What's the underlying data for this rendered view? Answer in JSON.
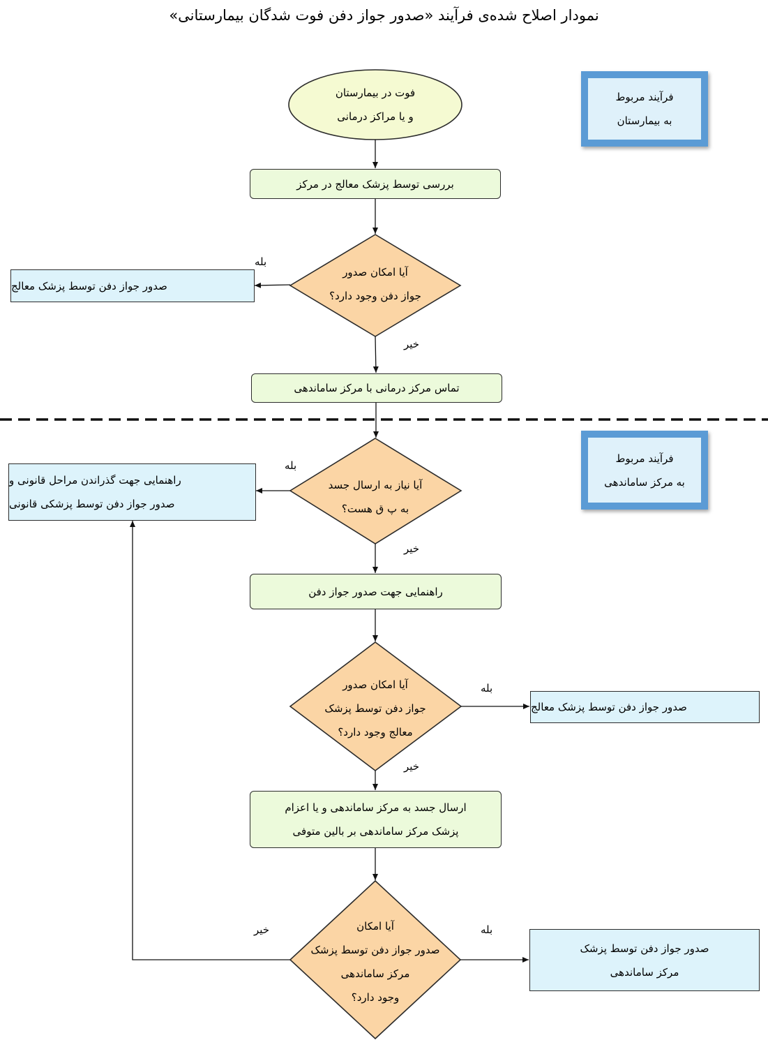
{
  "title": "نمودار اصلاح شده‌ی فرآیند «صدور جواز دفن فوت شدگان بیمارستانی»",
  "panels": {
    "hospital": [
      "فرآیند مربوط",
      "به بیمارستان"
    ],
    "coordination": [
      "فرآیند مربوط",
      "به مرکز ساماندهی"
    ]
  },
  "nodes": {
    "start": [
      "فوت در بیمارستان",
      "و یا مراکز درمانی"
    ],
    "review": "بررسی توسط پزشک معالج در مرکز",
    "q1": [
      "آیا امکان صدور",
      "جواز دفن وجود دارد؟"
    ],
    "issue1": "صدور جواز دفن توسط پزشک معالج",
    "contact": "تماس مرکز درمانی با مرکز ساماندهی",
    "q2": [
      "آیا نیاز به ارسال جسد",
      "به پ ق هست؟"
    ],
    "forensic": [
      "راهنمایی جهت گذراندن مراحل قانونی و",
      "صدور جواز دفن توسط پزشکی قانونی"
    ],
    "guide": "راهنمایی جهت صدور جواز دفن",
    "q3": [
      "آیا امکان صدور",
      "جواز دفن توسط پزشک",
      "معالج وجود دارد؟"
    ],
    "issue2": "صدور جواز دفن توسط پزشک معالج",
    "send": [
      "ارسال جسد به مرکز ساماندهی و یا اعزام",
      "پزشک مرکز ساماندهی بر بالین متوفی"
    ],
    "q4": [
      "آیا امکان",
      "صدور جواز دفن توسط پزشک",
      "مرکز ساماندهی",
      "وجود دارد؟"
    ],
    "issue3": [
      "صدور جواز دفن توسط پزشک",
      "مرکز ساماندهی"
    ]
  },
  "labels": {
    "q1_yes": "بله",
    "q1_no": "خیر",
    "q2_yes": "بله",
    "q2_no": "خیر",
    "q3_yes": "بله",
    "q3_no": "خیر",
    "q4_yes": "بله",
    "q4_no": "خیر"
  },
  "colors": {
    "oval": "#f5fad2",
    "process": "#ecfadb",
    "decision": "#fbd5a5",
    "terminal": "#ddf3fb",
    "panel_frame": "#5b9bd5"
  }
}
